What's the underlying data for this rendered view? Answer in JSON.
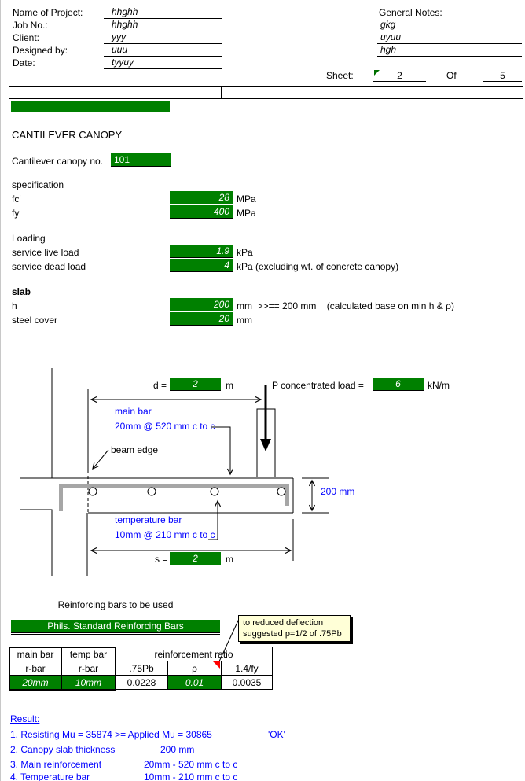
{
  "header": {
    "fields": [
      {
        "label": "Name of Project:",
        "value": "hhghh"
      },
      {
        "label": "Job No.:",
        "value": "hhghh"
      },
      {
        "label": "Client:",
        "value": "yyy"
      },
      {
        "label": "Designed by:",
        "value": "uuu"
      },
      {
        "label": "Date:",
        "value": "tyyuy"
      }
    ],
    "notes_label": "General Notes:",
    "notes": [
      "gkg",
      "uyuu",
      "hgh"
    ],
    "sheet_label": "Sheet:",
    "sheet_value": "2",
    "of_label": "Of",
    "sheet_total": "5"
  },
  "title": "CANTILEVER CANOPY",
  "canopy_no": {
    "label": "Cantilever canopy no.",
    "value": "101"
  },
  "specification": {
    "heading": "specification",
    "rows": [
      {
        "label": "fc'",
        "value": "28",
        "unit": "MPa"
      },
      {
        "label": "fy",
        "value": "400",
        "unit": "MPa"
      }
    ]
  },
  "loading": {
    "heading": "Loading",
    "rows": [
      {
        "label": "service live load",
        "value": "1.9",
        "unit": "kPa"
      },
      {
        "label": "service dead load",
        "value": "4",
        "unit": "kPa (excluding wt. of concrete canopy)"
      }
    ]
  },
  "slab": {
    "heading": "slab",
    "rows": [
      {
        "label": "h",
        "value": "200",
        "unit": "mm  >>== 200 mm    (calculated base on min h & ρ)"
      },
      {
        "label": "steel cover",
        "value": "20",
        "unit": "mm"
      }
    ]
  },
  "diagram": {
    "d_label": "d =",
    "d_value": "2",
    "d_unit": "m",
    "p_label": "P concentrated load =",
    "p_value": "6",
    "p_unit": "kN/m",
    "main_bar_line1": "main bar",
    "main_bar_line2": "20mm @ 520 mm c to c",
    "beam_edge_label": "beam edge",
    "thickness_label": "200 mm",
    "temp_bar_line1": "temperature bar",
    "temp_bar_line2": "10mm @ 210 mm c to c",
    "s_label": "s =",
    "s_value": "2",
    "s_unit": "m"
  },
  "rebar": {
    "caption": "Reinforcing bars to be used",
    "banner": "Phils. Standard Reinforcing Bars"
  },
  "tooltip": {
    "line1": "to reduced deflection",
    "line2": "suggested p=1/2 of .75Pb"
  },
  "table": {
    "row1": [
      "main bar",
      "temp bar",
      "reinforcement ratio"
    ],
    "row2": [
      "r-bar",
      "r-bar",
      ".75Pb",
      "ρ",
      "1.4/fy"
    ],
    "row3": [
      "20mm",
      "10mm",
      "0.0228",
      "0.01",
      "0.0035"
    ]
  },
  "result": {
    "heading": "Result:",
    "line1": "1. Resisting Mu = 35874 >= Applied Mu = 30865",
    "line1_status": "'OK'",
    "line2_label": "2. Canopy slab thickness",
    "line2_value": "200 mm",
    "line3_label": "3. Main reinforcement",
    "line3_value": "20mm - 520 mm c to c",
    "line4_label": "4. Temperature bar",
    "line4_value": "10mm - 210 mm c to c"
  },
  "colors": {
    "input_cell_green": "#008000",
    "annotation_blue": "#0000ff",
    "tooltip_yellow": "#ffffd7",
    "comment_marker_red": "#ff0000"
  }
}
